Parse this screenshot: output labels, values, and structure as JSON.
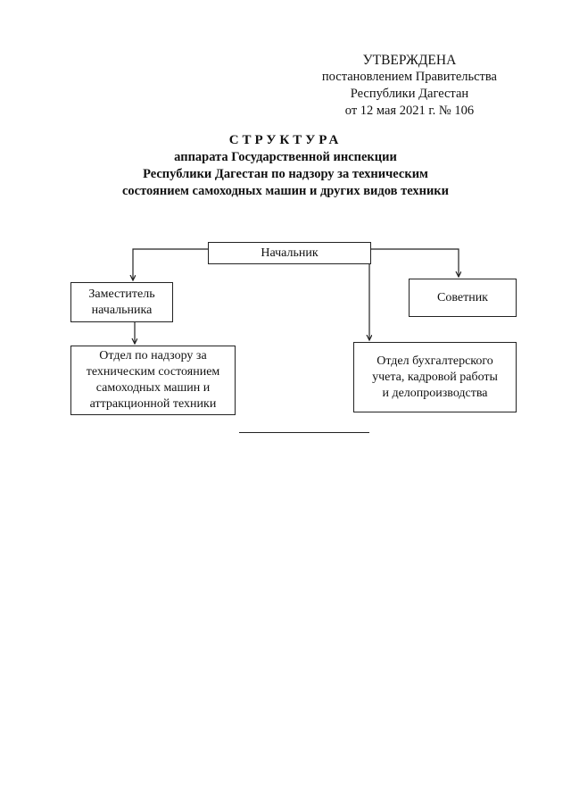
{
  "approval": {
    "line1": "УТВЕРЖДЕНА",
    "line2": "постановлением Правительства",
    "line3": "Республики Дагестан",
    "line4": "от 12 мая 2021 г. № 106"
  },
  "title": {
    "main": "СТРУКТУРА",
    "line2": "аппарата Государственной инспекции",
    "line3": "Республики Дагестан по надзору за техническим",
    "line4": "состоянием самоходных машин и других видов техники"
  },
  "org_chart": {
    "head": "Начальник",
    "deputy_l1": "Заместитель",
    "deputy_l2": "начальника",
    "advisor": "Советник",
    "dept_tech_l1": "Отдел по надзору за",
    "dept_tech_l2": "техническим состоянием",
    "dept_tech_l3": "самоходных машин и",
    "dept_tech_l4": "аттракционной техники",
    "dept_acc_l1": "Отдел бухгалтерского",
    "dept_acc_l2": "учета, кадровой работы",
    "dept_acc_l3": "и делопроизводства"
  }
}
